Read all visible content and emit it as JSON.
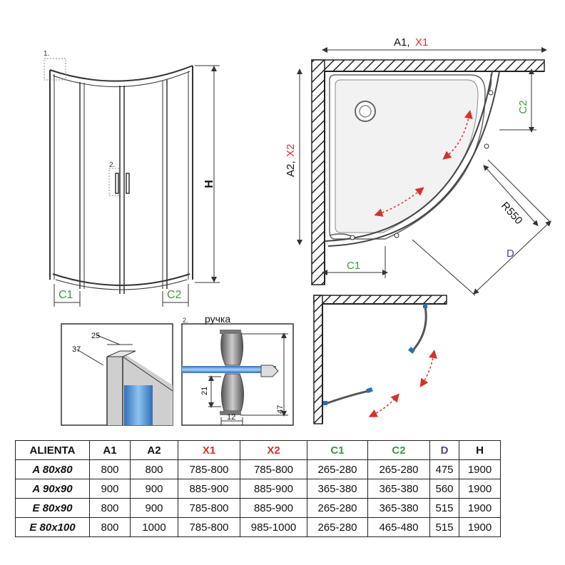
{
  "labels": {
    "callout_1": "1.",
    "callout_2": "2.",
    "h": "H",
    "c1": "C1",
    "c2": "C2",
    "a1": "A1,",
    "x1": "X1",
    "a2": "A2,",
    "x2": "X2",
    "r550": "R550",
    "d": "D",
    "dim_25": "25",
    "dim_37": "37",
    "detail_2_marker": "2.",
    "handle_label": "ручка",
    "dim_21": "21",
    "dim_12": "12",
    "dim_47": "47"
  },
  "colors": {
    "red": "#d6322a",
    "green": "#3c9a3c",
    "purple": "#5a3d8f",
    "line": "#333333",
    "glass_blue": "#4a90d9",
    "hatch": "#222222"
  },
  "table": {
    "headers": [
      "ALIENTA",
      "A1",
      "A2",
      "X1",
      "X2",
      "C1",
      "C2",
      "D",
      "H"
    ],
    "header_colors": [
      "#111111",
      "#111111",
      "#111111",
      "#d6322a",
      "#d6322a",
      "#3c9a3c",
      "#3c9a3c",
      "#5a3d8f",
      "#111111"
    ],
    "rows": [
      [
        "A 80x80",
        "800",
        "800",
        "785-800",
        "785-800",
        "265-280",
        "265-280",
        "475",
        "1900"
      ],
      [
        "A 90x90",
        "900",
        "900",
        "885-900",
        "885-900",
        "365-380",
        "365-380",
        "560",
        "1900"
      ],
      [
        "E 80x90",
        "800",
        "900",
        "785-800",
        "885-900",
        "265-280",
        "365-380",
        "515",
        "1900"
      ],
      [
        "E 80x100",
        "800",
        "1000",
        "785-800",
        "985-1000",
        "265-280",
        "465-480",
        "515",
        "1900"
      ]
    ]
  }
}
